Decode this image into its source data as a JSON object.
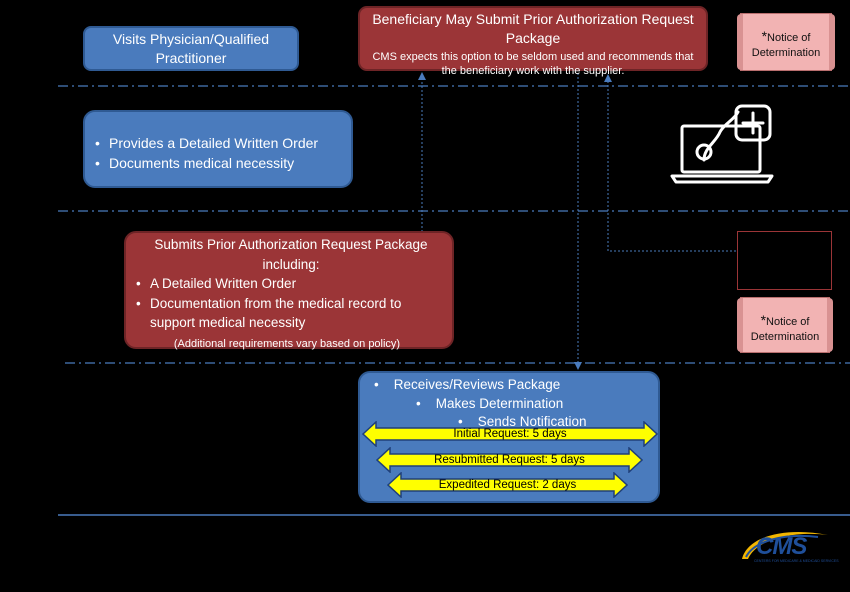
{
  "visits": {
    "label": "Visits Physician/Qualified Practitioner"
  },
  "beneficiary": {
    "title": "Beneficiary May Submit Prior Authorization Request Package",
    "note": "CMS expects this option to be seldom used and recommends that the beneficiary work with the supplier."
  },
  "notice_top": {
    "star": "*",
    "text": "Notice of Determination"
  },
  "notice_bottom": {
    "star": "*",
    "text": "Notice of Determination"
  },
  "provides": {
    "items": [
      "Provides a Detailed Written Order",
      "Documents medical necessity"
    ]
  },
  "submits": {
    "title": "Submits Prior Authorization Request Package including:",
    "items": [
      "A Detailed Written Order",
      "Documentation from the medical record to support medical necessity"
    ],
    "footnote": "(Additional requirements vary based on policy)"
  },
  "receives": {
    "items": [
      "Receives/Reviews Package",
      "Makes Determination",
      "Sends Notification"
    ],
    "timelines": [
      "Initial Request: 5 days",
      "Resubmitted Request: 5 days",
      "Expedited Request: 2 days"
    ]
  },
  "logo": {
    "text": "CMS",
    "tagline": "CENTERS FOR MEDICARE & MEDICAID SERVICES"
  },
  "colors": {
    "blue": "#4a7bbd",
    "red": "#9b3537",
    "pink": "#f2b3b3",
    "yellow": "#ffff00",
    "line": "#4a7bbd"
  },
  "icon": {
    "name": "laptop-stethoscope-icon"
  }
}
